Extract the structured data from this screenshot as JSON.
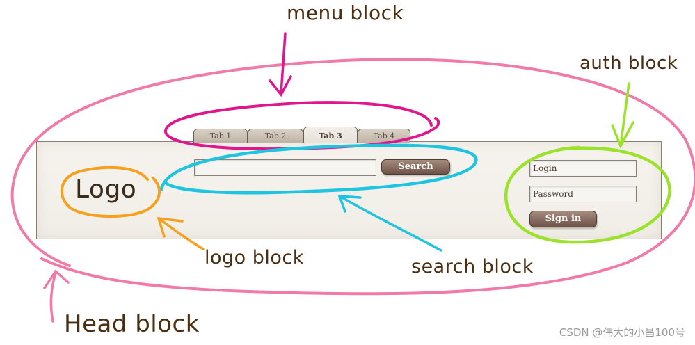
{
  "labels": {
    "menu_block": "menu block",
    "auth_block": "auth block",
    "logo_block": "logo block",
    "search_block": "search block",
    "head_block": "Head block"
  },
  "mockup": {
    "logo": "Logo",
    "tabs": [
      "Tab 1",
      "Tab 2",
      "Tab 3",
      "Tab 4"
    ],
    "active_tab": "Tab 3",
    "search_value": "",
    "search_button": "Search",
    "login_placeholder": "Login",
    "password_placeholder": "Password",
    "signin_button": "Sign in"
  },
  "watermark": "CSDN @伟大的小昌100号",
  "colors": {
    "head_ellipse": "#f07aa8",
    "menu_ellipse": "#e0168c",
    "search_ellipse": "#1fc4e0",
    "auth_ellipse": "#9be22a",
    "logo_ellipse": "#f5a11e",
    "label_text": "#4a2e12"
  }
}
